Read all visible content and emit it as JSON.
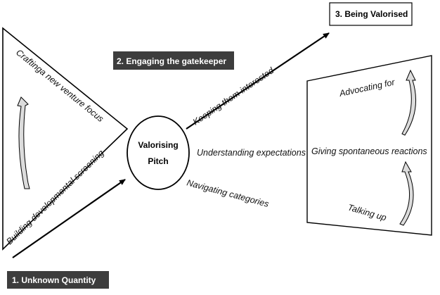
{
  "stages": {
    "unknown_quantity": "1. Unknown Quantity",
    "engaging_gatekeeper": "2. Engaging the gatekeeper",
    "being_valorised": "3. Being Valorised"
  },
  "center": {
    "line1": "Valorising",
    "line2": "Pitch"
  },
  "left_funnel": {
    "top_label": "Craftinga new venture focus",
    "bottom_label": "Building developmental screening"
  },
  "branches": {
    "keeping": "Keeping them interested",
    "understanding": "Understanding expectations",
    "navigating": "Navigating categories"
  },
  "right_panel": {
    "advocating": "Advocating for",
    "giving": "Giving spontaneous reactions",
    "talking": "Talking up"
  },
  "colors": {
    "dark_box": "#3d3d3d",
    "box_text_light": "#ffffff",
    "line": "#000000",
    "curved_arrow_fill": "#dcdcdc"
  }
}
